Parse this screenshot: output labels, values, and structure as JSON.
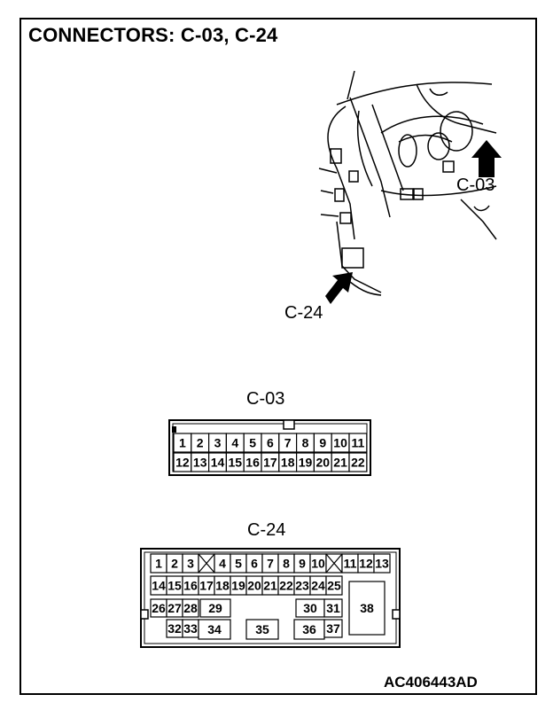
{
  "title": "CONNECTORS: C-03, C-24",
  "figure_code": "AC406443AD",
  "callouts": {
    "c03": "C-03",
    "c24": "C-24"
  },
  "connector_c03": {
    "label": "C-03",
    "row1": [
      "1",
      "2",
      "3",
      "4",
      "5",
      "6",
      "7",
      "8",
      "9",
      "10",
      "11"
    ],
    "row2": [
      "12",
      "13",
      "14",
      "15",
      "16",
      "17",
      "18",
      "19",
      "20",
      "21",
      "22"
    ]
  },
  "connector_c24": {
    "label": "C-24",
    "row1": [
      "1",
      "2",
      "3",
      "",
      "4",
      "5",
      "6",
      "7",
      "8",
      "9",
      "10",
      "",
      "11",
      "12",
      "13"
    ],
    "row2": [
      "14",
      "15",
      "16",
      "17",
      "18",
      "19",
      "20",
      "21",
      "22",
      "23",
      "24",
      "25"
    ],
    "row3": [
      "26",
      "27",
      "28",
      "29",
      "30",
      "31",
      "38"
    ],
    "row4": [
      "32",
      "33",
      "34",
      "35",
      "36",
      "37"
    ]
  }
}
